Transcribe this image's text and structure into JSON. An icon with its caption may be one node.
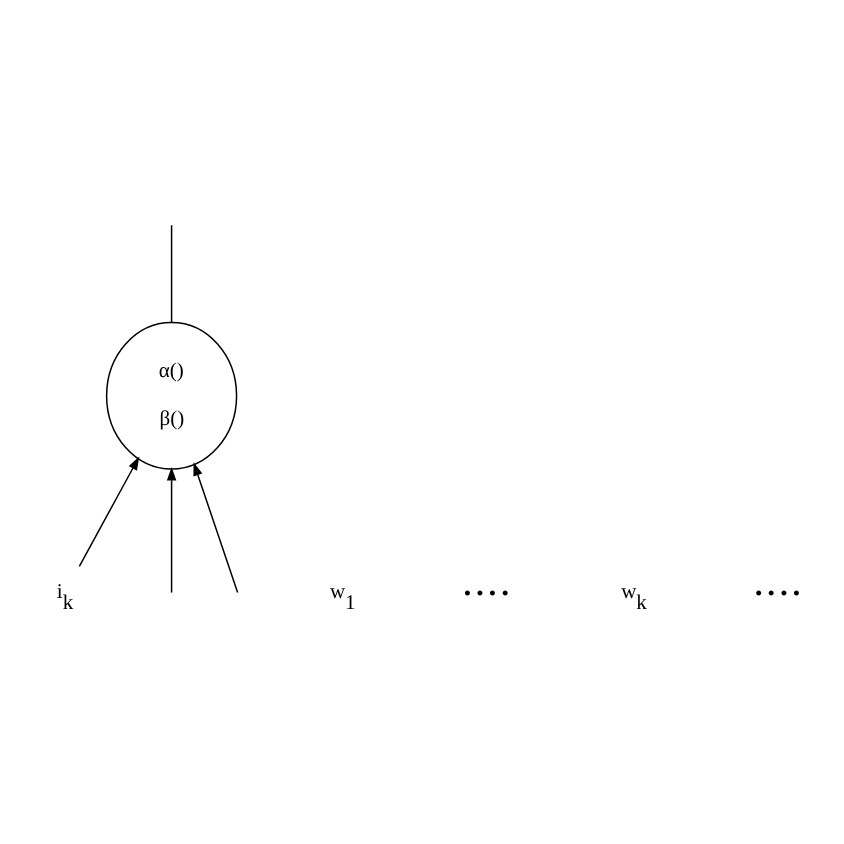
{
  "diagram": {
    "nodes": [
      {
        "text": [
          "α()",
          "β()"
        ]
      },
      {
        "text": [
          "i$_{k}$"
        ]
      }
    ],
    "edges": [
      {
        "from": null,
        "to": 0,
        "arrow": "to"
      },
      {
        "from": 1,
        "to": 0,
        "arrow": "to"
      },
      {
        "from": null,
        "to": 0,
        "arrow": "to"
      },
      {
        "from": 0,
        "to": null,
        "arrow": "none"
      }
    ],
    "labels": [
      "w$_{1}$",
      "• • • •",
      "w$_{k}$",
      "• • • •"
    ]
  }
}
